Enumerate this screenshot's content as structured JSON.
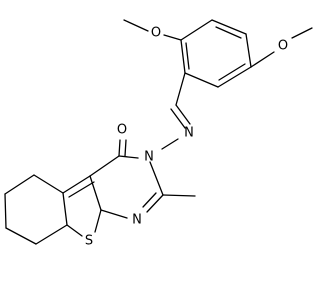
{
  "atoms": {
    "O_top": "O",
    "O_right": "O",
    "N_imine": "N",
    "O_carbonyl": "O",
    "N_ring": "N",
    "N_lower": "N",
    "S_ring": "S"
  }
}
